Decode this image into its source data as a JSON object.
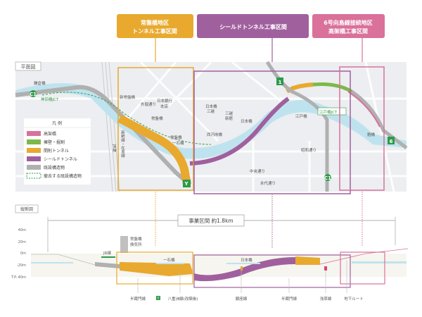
{
  "colors": {
    "orange": "#e8a92e",
    "purple": "#a0609e",
    "pink": "#d9719a",
    "green": "#7cb94a",
    "gray": "#b0b0b0",
    "water": "#bfe3ee",
    "map_bg": "#eceef1"
  },
  "headers": [
    {
      "line1": "常盤橋地区",
      "line2": "トンネル工事区間"
    },
    {
      "line1": "シールドトンネル工事区間",
      "line2": ""
    },
    {
      "line1": "6号向島線接続地区",
      "line2": "高架橋工事区間"
    }
  ],
  "plan": {
    "label": "平面図",
    "places": [
      "鎌倉橋",
      "神田橋JCT",
      "新常盤橋",
      "外堀通り",
      "日本銀行",
      "本店",
      "常盤橋",
      "常盤橋",
      "一石橋",
      "日本橋",
      "三越",
      "三越",
      "新館",
      "日本橋",
      "西河岸橋",
      "江戸橋",
      "江戸橋JCT",
      "昭和通り",
      "中央通り",
      "永代通り",
      "鎧橋",
      "新幹線・在来線",
      "JR線"
    ],
    "route_markers": [
      "C1",
      "Y",
      "1",
      "C1",
      "6"
    ],
    "legend": {
      "title": "凡 例",
      "items": [
        {
          "label": "高架橋",
          "color": "#d9719a"
        },
        {
          "label": "擁壁・掘割",
          "color": "#7cb94a"
        },
        {
          "label": "開削トンネル",
          "color": "#e8a92e"
        },
        {
          "label": "シールドトンネル",
          "color": "#a0609e"
        },
        {
          "label": "既設構造物",
          "color": "#b0b0b0"
        },
        {
          "label": "撤去する既設構造物",
          "color": "dashed-green"
        }
      ]
    }
  },
  "profile": {
    "label": "縦断図",
    "span_label": "事業区間 約1.8km",
    "y_ticks": [
      "40m",
      "20m",
      "0m",
      "-20m",
      "T.P.-40m"
    ],
    "annotations": [
      "JR線",
      "常盤橋",
      "換気所",
      "一石橋",
      "日本橋"
    ],
    "bottom_labels": [
      "半蔵門線",
      "八重洲線(改築後)",
      "銀座線",
      "半蔵門線",
      "浅草線",
      "地下ルート"
    ],
    "y_marker": "Y"
  }
}
